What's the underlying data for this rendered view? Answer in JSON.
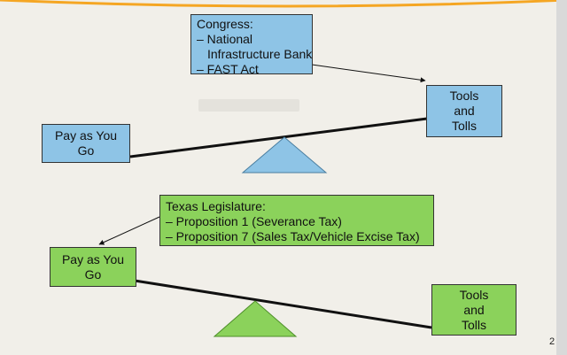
{
  "colors": {
    "background": "#f1efe9",
    "blue_box": "#8ec4e6",
    "green_box": "#8bd25b",
    "accent_orange": "#f5a623"
  },
  "top_scale": {
    "congress_box": {
      "title": "Congress:",
      "items": [
        "– National",
        "Infrastructure Bank",
        "– FAST Act"
      ]
    },
    "left_box": {
      "lines": [
        "Pay as You",
        "Go"
      ]
    },
    "right_box": {
      "lines": [
        "Tools",
        "and",
        "Tolls"
      ]
    }
  },
  "bottom_scale": {
    "legislature_box": {
      "title": "Texas Legislature:",
      "items": [
        "– Proposition 1 (Severance Tax)",
        "– Proposition 7 (Sales Tax/Vehicle Excise Tax)"
      ]
    },
    "left_box": {
      "lines": [
        "Pay as You",
        "Go"
      ]
    },
    "right_box": {
      "lines": [
        "Tools",
        "and",
        "Tolls"
      ]
    }
  },
  "page_number": "2"
}
